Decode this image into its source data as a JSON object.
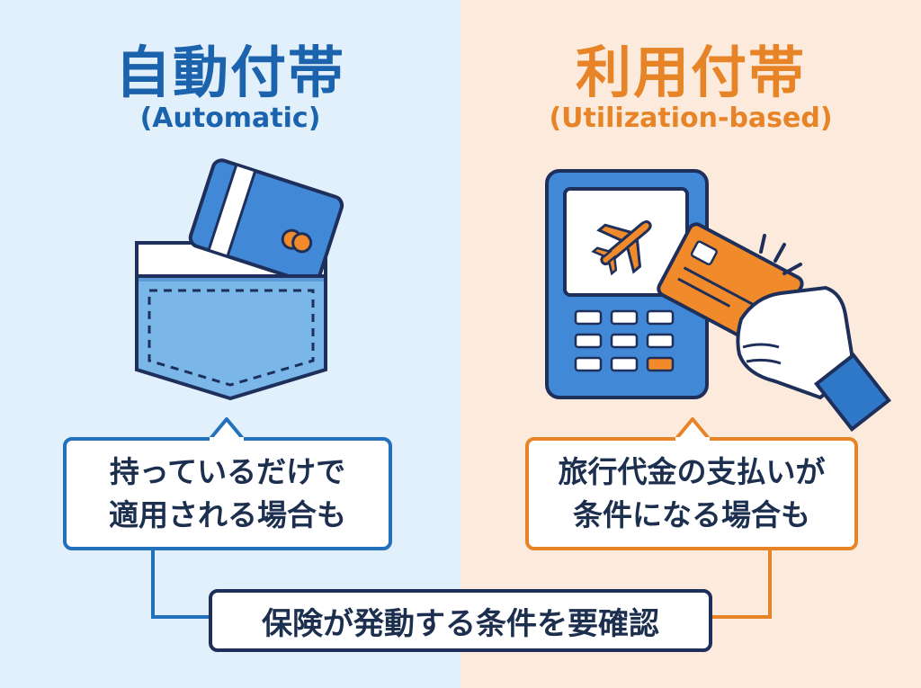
{
  "left": {
    "title": "自動付帯",
    "subtitle": "(Automatic)",
    "note_line1": "持っているだけで",
    "note_line2": "適用される場合も"
  },
  "right": {
    "title": "利用付帯",
    "subtitle": "(Utilization-based)",
    "note_line1": "旅行代金の支払いが",
    "note_line2": "条件になる場合も"
  },
  "footer": {
    "text": "保険が発動する条件を要確認"
  },
  "colors": {
    "left_bg": "#e2f0fb",
    "right_bg": "#fcebdc",
    "blue": "#1b63ad",
    "orange": "#e88428",
    "navy": "#1d2f5a"
  },
  "icons": [
    "pocket-icon",
    "credit-card-icon",
    "payment-terminal-icon",
    "airplane-icon",
    "hand-icon"
  ]
}
